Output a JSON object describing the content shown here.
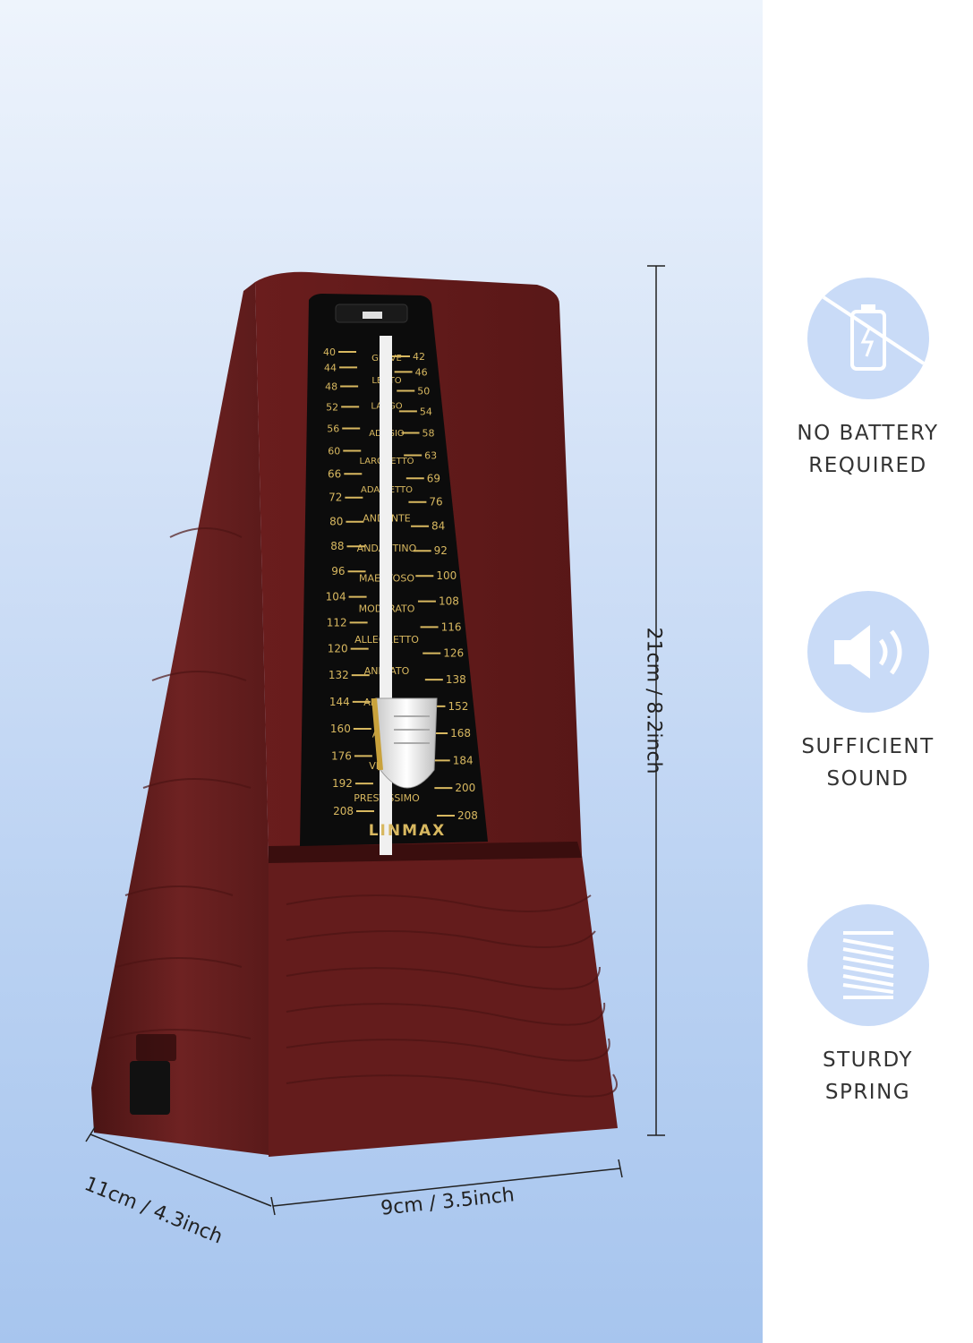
{
  "brand": "LINMAX",
  "dimensions": {
    "height": "21cm / 8.2inch",
    "width": "9cm / 3.5inch",
    "depth": "11cm / 4.3inch"
  },
  "features": [
    {
      "icon": "no-battery-icon",
      "line1": "NO BATTERY",
      "line2": "REQUIRED"
    },
    {
      "icon": "speaker-icon",
      "line1": "SUFFICIENT",
      "line2": "SOUND"
    },
    {
      "icon": "spring-icon",
      "line1": "STURDY",
      "line2": "SPRING"
    }
  ],
  "scale": {
    "left_numbers": [
      "40",
      "44",
      "48",
      "52",
      "56",
      "60",
      "66",
      "72",
      "80",
      "88",
      "96",
      "104",
      "112",
      "120",
      "132",
      "144",
      "160",
      "176",
      "192",
      "208"
    ],
    "right_numbers": [
      "42",
      "46",
      "50",
      "54",
      "58",
      "63",
      "69",
      "76",
      "84",
      "92",
      "100",
      "108",
      "116",
      "126",
      "138",
      "152",
      "168",
      "184",
      "200",
      "208"
    ],
    "tempo_terms": [
      "GRAVE",
      "LENTO",
      "LARGO",
      "ADAGIO",
      "LARGHETTO",
      "ADAGIETTO",
      "ANDANTE",
      "ANDANTINO",
      "MAESTOSO",
      "MODERATO",
      "ALLEGRETTO",
      "ANIMATO",
      "ALLEGRO",
      "ASSAI",
      "VIVACE",
      "PRESTISSIMO"
    ]
  },
  "colors": {
    "wood": "#6b1f1f",
    "wood_dark": "#4a1212",
    "dial": "#0c0c0c",
    "dial_text": "#d8b860",
    "accent_circle": "#c9dbf7"
  }
}
